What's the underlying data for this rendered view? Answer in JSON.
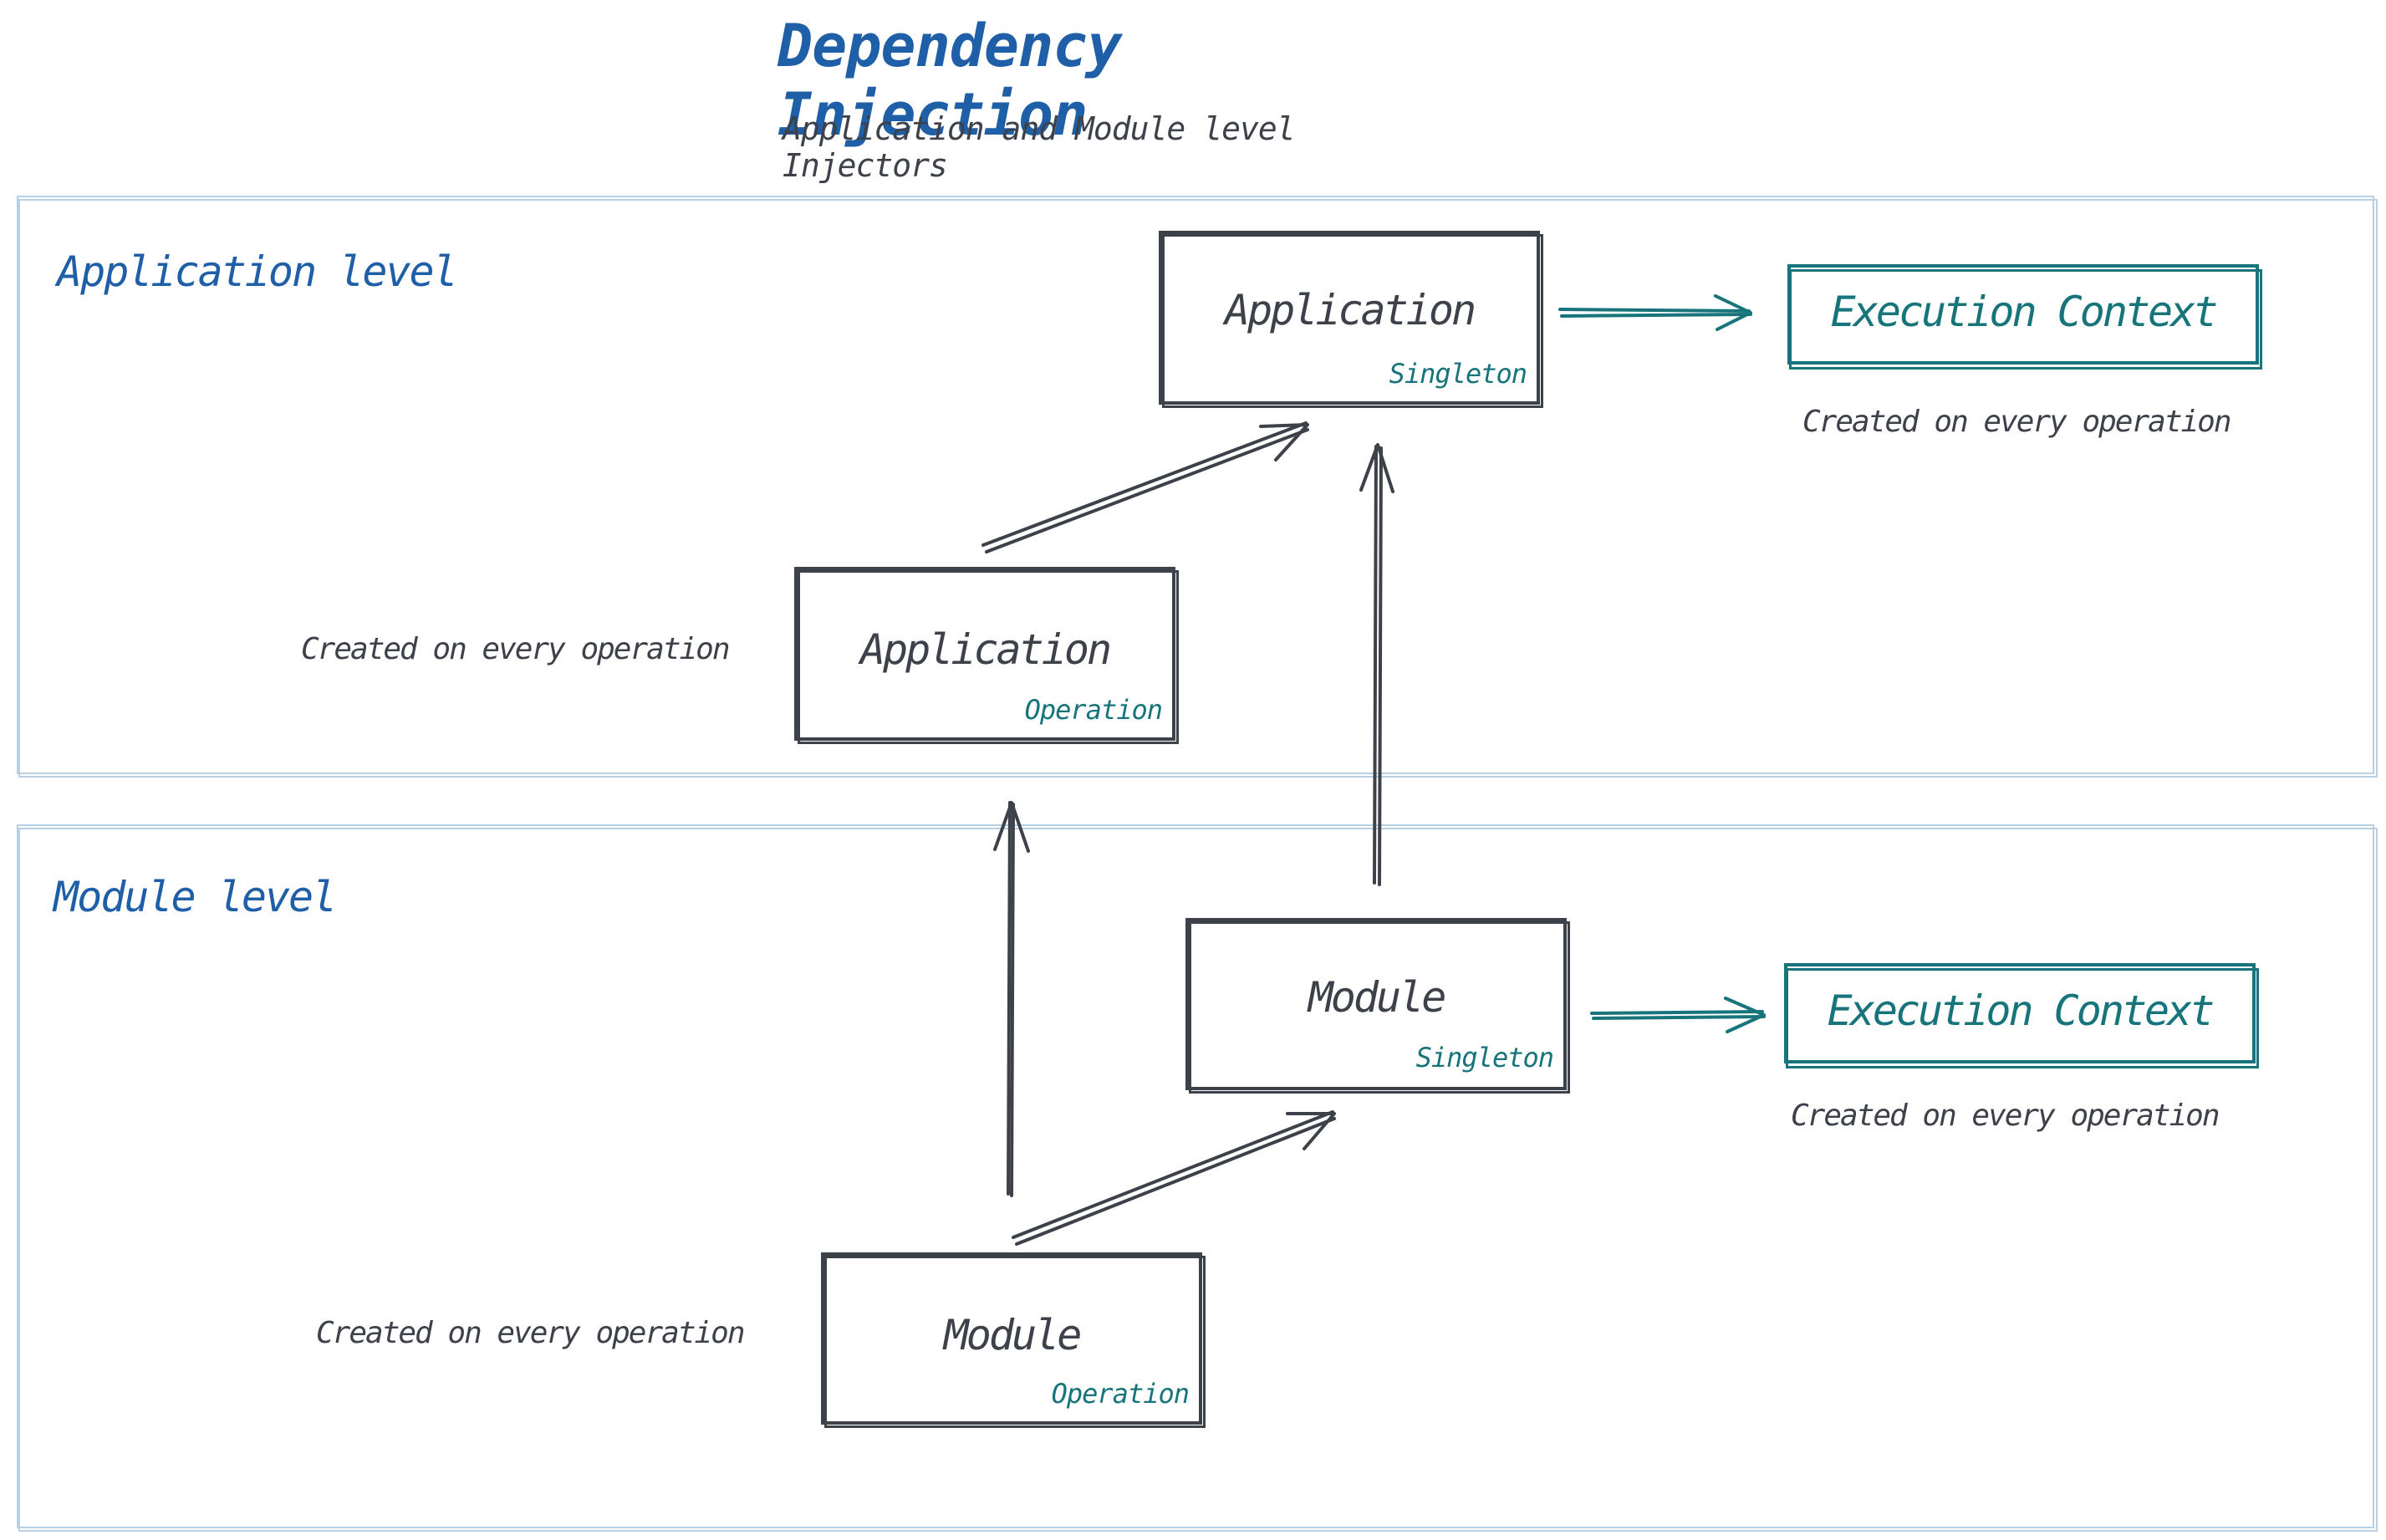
{
  "header": {
    "title": "Dependency Injection",
    "subtitle": "Application and Module level Injectors"
  },
  "levels": {
    "application": {
      "label": "Application level"
    },
    "module": {
      "label": "Module level"
    }
  },
  "nodes": {
    "app_singleton": {
      "name": "Application",
      "scope": "Singleton"
    },
    "app_operation": {
      "name": "Application",
      "scope": "Operation",
      "note": "Created on every operation"
    },
    "app_context": {
      "name": "Execution Context",
      "note": "Created on every operation"
    },
    "mod_singleton": {
      "name": "Module",
      "scope": "Singleton"
    },
    "mod_operation": {
      "name": "Module",
      "scope": "Operation",
      "note": "Created on every operation"
    },
    "mod_context": {
      "name": "Execution Context",
      "note": "Created on every operation"
    }
  },
  "colors": {
    "title": "#1e5fa8",
    "stroke": "#3d4149",
    "accent": "#16747a",
    "frame": "#b9cfe3"
  }
}
